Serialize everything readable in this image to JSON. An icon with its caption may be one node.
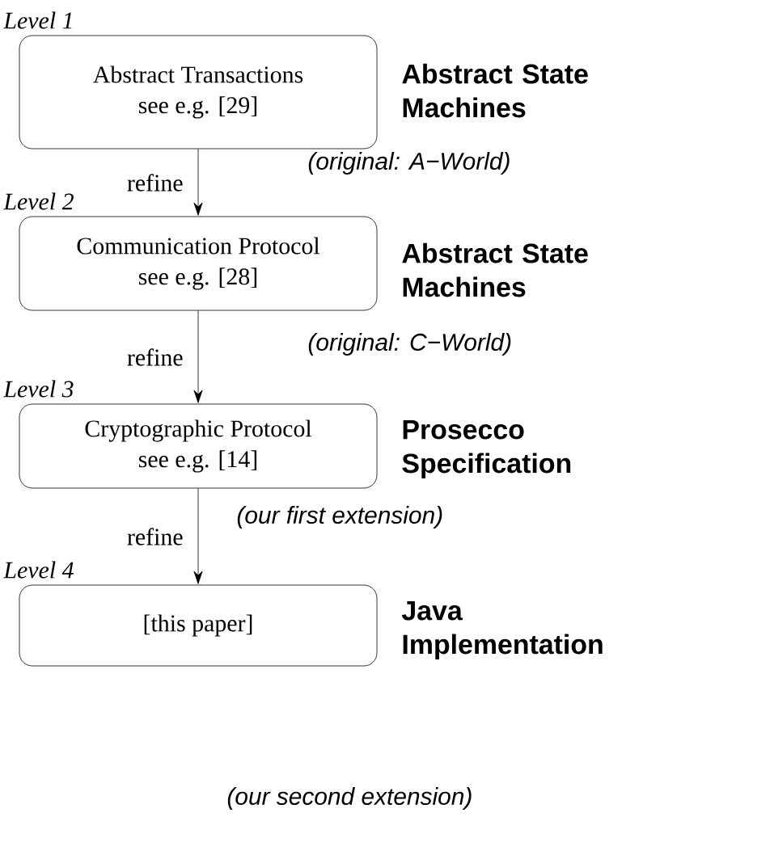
{
  "diagram": {
    "nodes": [
      {
        "text": [
          "Level 1",
          "Abstract Transactions",
          "see e.g. [29]"
        ]
      },
      {
        "text": [
          "Level 2",
          "Communication Protocol",
          "see e.g. [28]"
        ]
      },
      {
        "text": [
          "Level 3",
          "Cryptographic Protocol",
          "see e.g. [14]"
        ]
      },
      {
        "text": [
          "Level 4",
          "[this paper]"
        ]
      }
    ],
    "edges": [
      {
        "from": 0,
        "to": 1,
        "arrow": "to",
        "label": "refine"
      },
      {
        "from": 1,
        "to": 2,
        "arrow": "to",
        "label": "refine"
      },
      {
        "from": 2,
        "to": 3,
        "arrow": "to",
        "label": "refine"
      }
    ],
    "labels": [
      "Abstract State Machines",
      "(original: A−World)",
      "Abstract State Machines",
      "(original: C−World)",
      "Prosecco Specification",
      "(our first extension)",
      "Java Implementation",
      "(our second extension)"
    ]
  }
}
